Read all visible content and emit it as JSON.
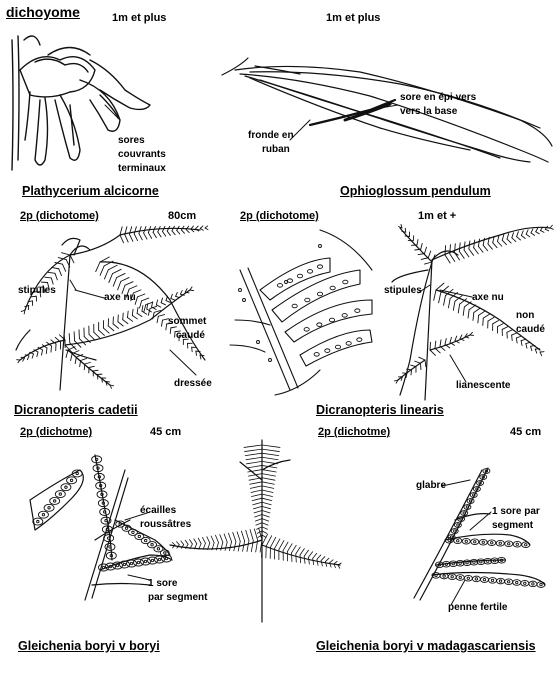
{
  "page": {
    "title": "dichoyome",
    "title_size": "1m et plus",
    "col2_size": "1m et plus"
  },
  "row1": {
    "left": {
      "species": "Plathycerium alcicorne",
      "note_sores": [
        "sores",
        "couvrants",
        "terminaux"
      ]
    },
    "right": {
      "species": "Ophioglossum pendulum",
      "note_sore": [
        "sore en épi vers",
        "vers la base"
      ],
      "note_fronde": [
        "fronde en",
        "ruban"
      ]
    }
  },
  "row2": {
    "left": {
      "header": "2p (dichotome)",
      "size": "80cm",
      "species": "Dicranopteris cadetii",
      "labels": {
        "stipules": "stipules",
        "axe": "axe nu",
        "sommet": [
          "sommet",
          "caudé"
        ],
        "dressee": "dressée"
      }
    },
    "right": {
      "header": "2p (dichotome)",
      "size": "1m et +",
      "species": "Dicranopteris linearis",
      "labels": {
        "stipules": "stipules",
        "axe": "axe nu",
        "non": [
          "non",
          "caudé"
        ],
        "lianescente": "lianescente"
      }
    }
  },
  "row3": {
    "left": {
      "header": "2p (dichotme)",
      "size": "45 cm",
      "species": "Gleichenia boryi  v  boryi",
      "labels": {
        "ecailles": [
          "écailles",
          "roussâtres"
        ],
        "sore": [
          "1 sore",
          "par segment"
        ]
      }
    },
    "right": {
      "header": "2p (dichotme)",
      "size": "45 cm",
      "species": "Gleichenia boryi  v  madagascariensis",
      "labels": {
        "glabre": "glabre",
        "sore": [
          "1 sore par",
          "segment"
        ],
        "penne": "penne fertile"
      }
    }
  }
}
